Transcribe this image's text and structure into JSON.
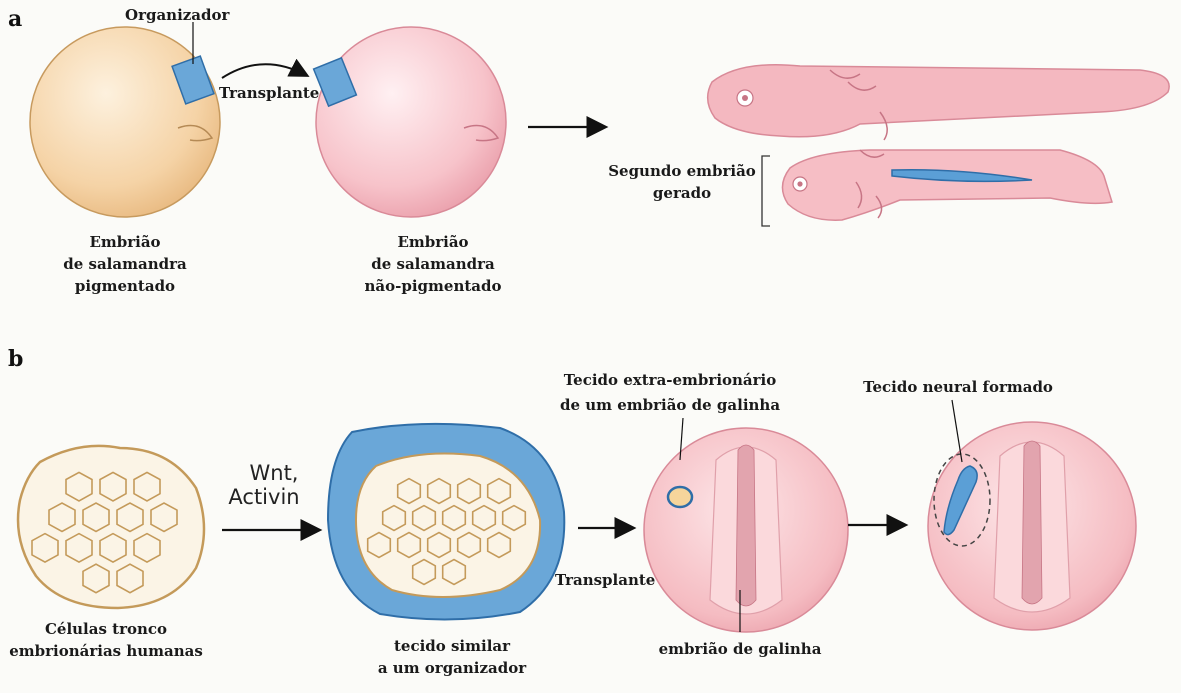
{
  "panel_a": {
    "letter": "a",
    "organizer_label": "Organizador",
    "transplant_label": "Transplante",
    "pigmented_embryo_label": [
      "Embrião",
      "de salamandra",
      "pigmentado"
    ],
    "nonpigmented_embryo_label": [
      "Embrião",
      "de salamandra",
      "não-pigmentado"
    ],
    "second_embryo_label": [
      "Segundo embrião",
      "gerado"
    ]
  },
  "panel_b": {
    "letter": "b",
    "stem_cells_label": [
      "Células tronco",
      "embrionárias humanas"
    ],
    "factors_label": [
      "Wnt,",
      "Activin"
    ],
    "organizer_like_label": [
      "tecido similar",
      "a um organizador"
    ],
    "transplant_label": "Transplante",
    "extraembryonic_label": [
      "Tecido extra-embrionário",
      "de um embrião de galinha"
    ],
    "chick_embryo_label": "embrião de galinha",
    "neural_tissue_label": "Tecido neural formado"
  },
  "colors": {
    "pigmented_embryo": "#f5d3a6",
    "nonpigmented_embryo": "#f7c3ca",
    "salamander_body": "#f4b8c0",
    "organizer_blue": "#5b9fd6",
    "cell_fill": "#fbf4e6",
    "cell_stroke": "#c49a5a",
    "chick_embryo": "#f7c1c6"
  }
}
